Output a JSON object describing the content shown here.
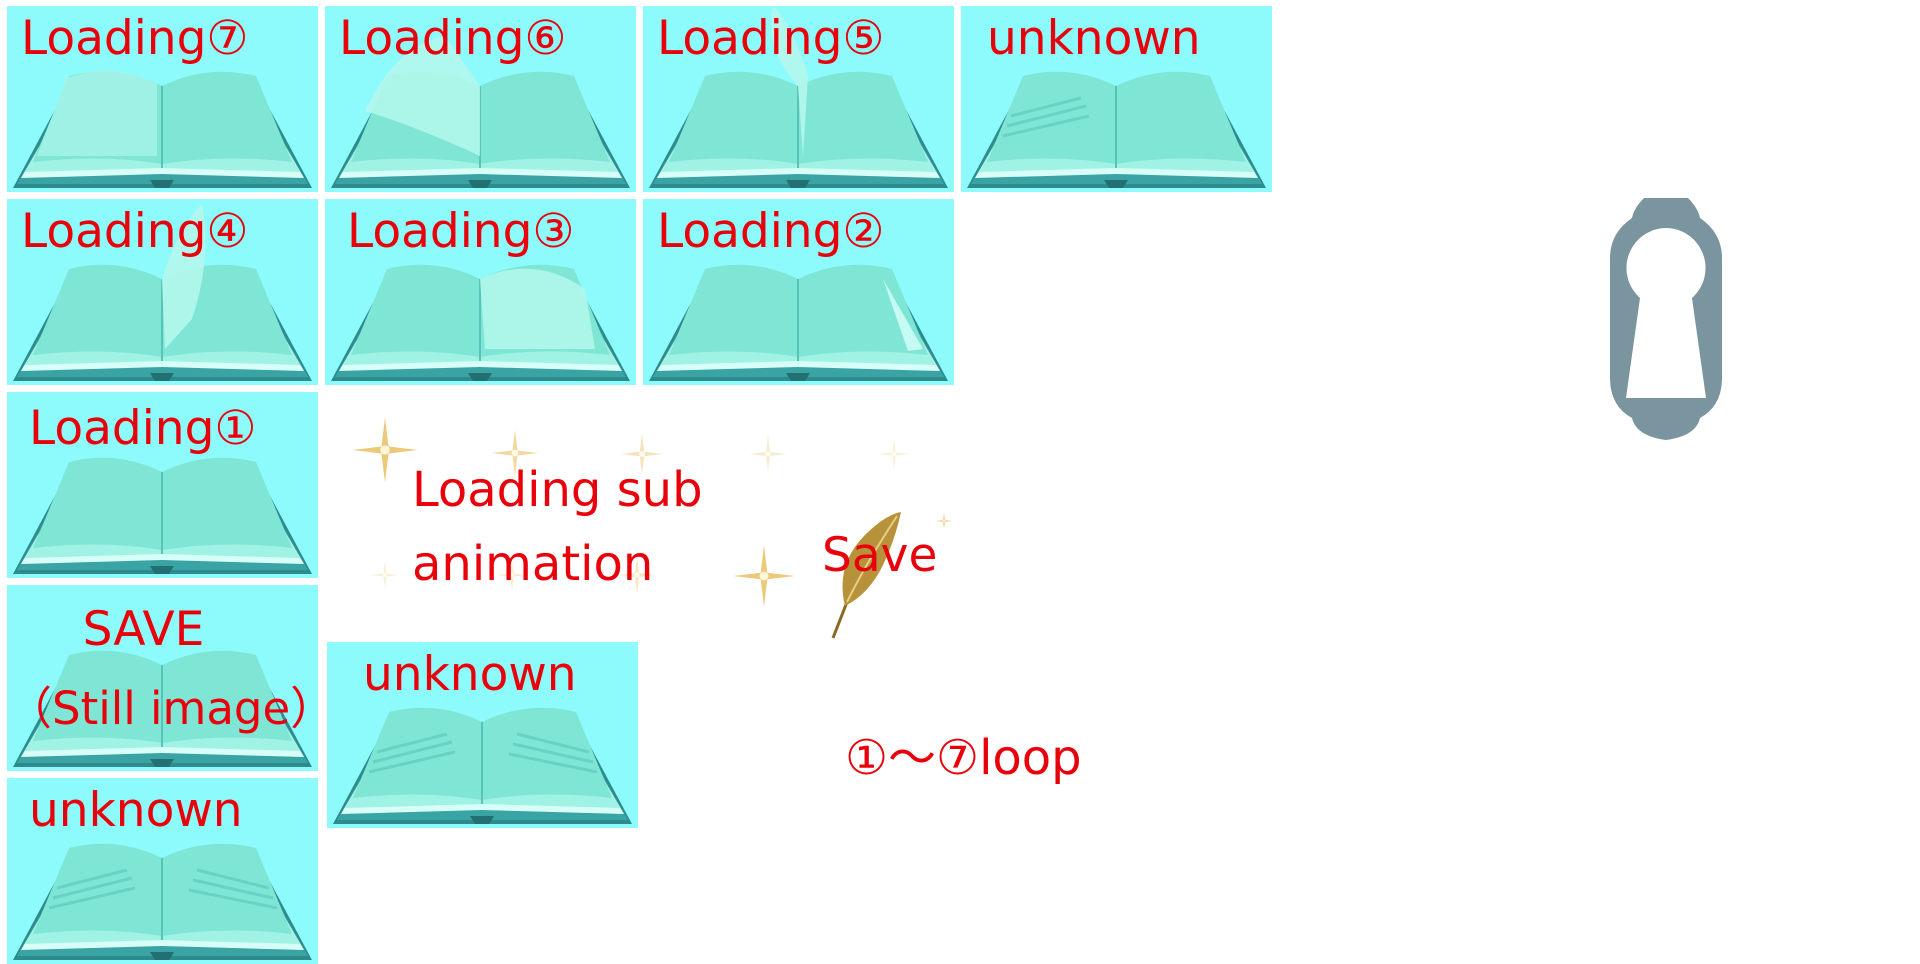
{
  "tiles": [
    {
      "id": "loading-7",
      "label": "Loading⑦"
    },
    {
      "id": "loading-6",
      "label": "Loading⑥"
    },
    {
      "id": "loading-5",
      "label": "Loading⑤"
    },
    {
      "id": "unknown-top",
      "label": "unknown"
    },
    {
      "id": "loading-4",
      "label": "Loading④"
    },
    {
      "id": "loading-3",
      "label": "Loading③"
    },
    {
      "id": "loading-2",
      "label": "Loading②"
    },
    {
      "id": "loading-1",
      "label": "Loading①"
    },
    {
      "id": "save-still",
      "label_line1": "SAVE",
      "label_line2": "（Still image）"
    },
    {
      "id": "unknown-middle",
      "label": "unknown"
    },
    {
      "id": "unknown-bottom",
      "label": "unknown"
    }
  ],
  "sub_animation": {
    "line1": "Loading sub",
    "line2": "animation"
  },
  "save_label": "Save",
  "loop_label": "①～⑦loop",
  "colors": {
    "tile_bg": "#8dfbfb",
    "label": "#e8000b",
    "keyhole": "#7a95a0",
    "sparkle": "#e9c36a",
    "quill": "#b8923a"
  },
  "icons": [
    "open-book-icon",
    "sparkle-icon",
    "quill-icon",
    "keyhole-icon"
  ]
}
